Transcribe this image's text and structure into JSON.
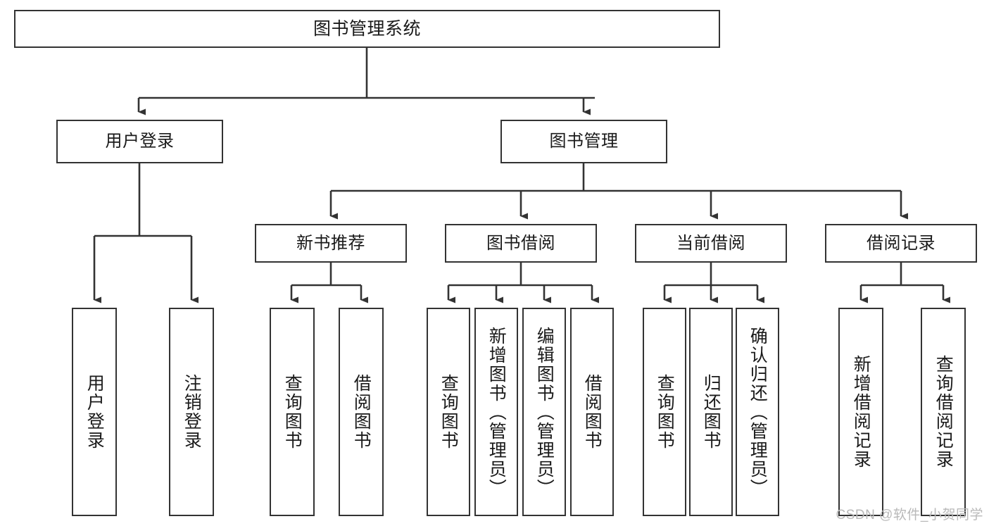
{
  "diagram": {
    "title": "图书管理系统",
    "type": "tree-hierarchy-chart",
    "watermark": "CSDN @软件_小贺同学",
    "colors": {
      "box_border": "#333333",
      "box_fill": "#ffffff",
      "connector": "#333333",
      "text": "#1a1a1a",
      "watermark": "#b9b9b9"
    },
    "nodes": {
      "root": {
        "label": "图书管理系统"
      },
      "tier2": [
        {
          "id": "user-login",
          "label": "用户登录"
        },
        {
          "id": "book-manage",
          "label": "图书管理"
        }
      ],
      "tier3": [
        {
          "id": "new-book-recommend",
          "label": "新书推荐"
        },
        {
          "id": "book-borrow",
          "label": "图书借阅"
        },
        {
          "id": "current-borrow",
          "label": "当前借阅"
        },
        {
          "id": "borrow-record",
          "label": "借阅记录"
        }
      ],
      "leaves": {
        "user_login": [
          {
            "id": "leaf-user-login",
            "label": "用户登录"
          },
          {
            "id": "leaf-logout-login",
            "label": "注销登录"
          }
        ],
        "new_book_recommend": [
          {
            "id": "leaf-query-book-1",
            "label": "查询图书"
          },
          {
            "id": "leaf-borrow-book-1",
            "label": "借阅图书"
          }
        ],
        "book_borrow": [
          {
            "id": "leaf-query-book-2",
            "label": "查询图书"
          },
          {
            "id": "leaf-add-book",
            "label": "新增图书（管理员）"
          },
          {
            "id": "leaf-edit-book",
            "label": "编辑图书（管理员）"
          },
          {
            "id": "leaf-borrow-book-2",
            "label": "借阅图书"
          }
        ],
        "current_borrow": [
          {
            "id": "leaf-query-book-3",
            "label": "查询图书"
          },
          {
            "id": "leaf-return-book",
            "label": "归还图书"
          },
          {
            "id": "leaf-confirm-return",
            "label": "确认归还（管理员）"
          }
        ],
        "borrow_record": [
          {
            "id": "leaf-add-borrow-record",
            "label": "新增借阅记录"
          },
          {
            "id": "leaf-query-borrow-record",
            "label": "查询借阅记录"
          }
        ]
      }
    }
  }
}
